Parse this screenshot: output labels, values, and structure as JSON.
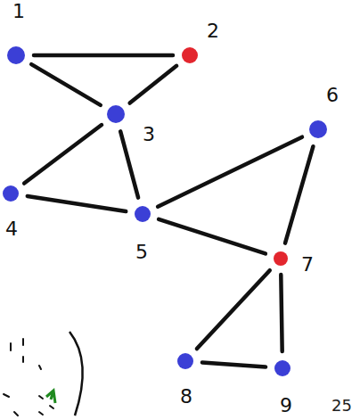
{
  "diagram": {
    "nodes": [
      {
        "text": [
          "1"
        ]
      },
      {
        "text": [
          "2"
        ]
      },
      {
        "text": [
          "3"
        ]
      },
      {
        "text": [
          "4"
        ]
      },
      {
        "text": [
          "5"
        ]
      },
      {
        "text": [
          "6"
        ]
      },
      {
        "text": [
          "7"
        ]
      },
      {
        "text": [
          "8"
        ]
      },
      {
        "text": [
          "9"
        ]
      }
    ],
    "edges": [
      {
        "from": 0,
        "to": 1,
        "arrow": "none"
      },
      {
        "from": 0,
        "to": 2,
        "arrow": "none"
      },
      {
        "from": 1,
        "to": 2,
        "arrow": "none"
      },
      {
        "from": 2,
        "to": 3,
        "arrow": "none"
      },
      {
        "from": 2,
        "to": 4,
        "arrow": "none"
      },
      {
        "from": 3,
        "to": 4,
        "arrow": "none"
      },
      {
        "from": 4,
        "to": 5,
        "arrow": "none"
      },
      {
        "from": 4,
        "to": 6,
        "arrow": "none"
      },
      {
        "from": 5,
        "to": 6,
        "arrow": "none"
      },
      {
        "from": 6,
        "to": 7,
        "arrow": "none"
      },
      {
        "from": 6,
        "to": 8,
        "arrow": "none"
      },
      {
        "from": 7,
        "to": 8,
        "arrow": "none"
      }
    ],
    "labels": [
      "25"
    ]
  }
}
